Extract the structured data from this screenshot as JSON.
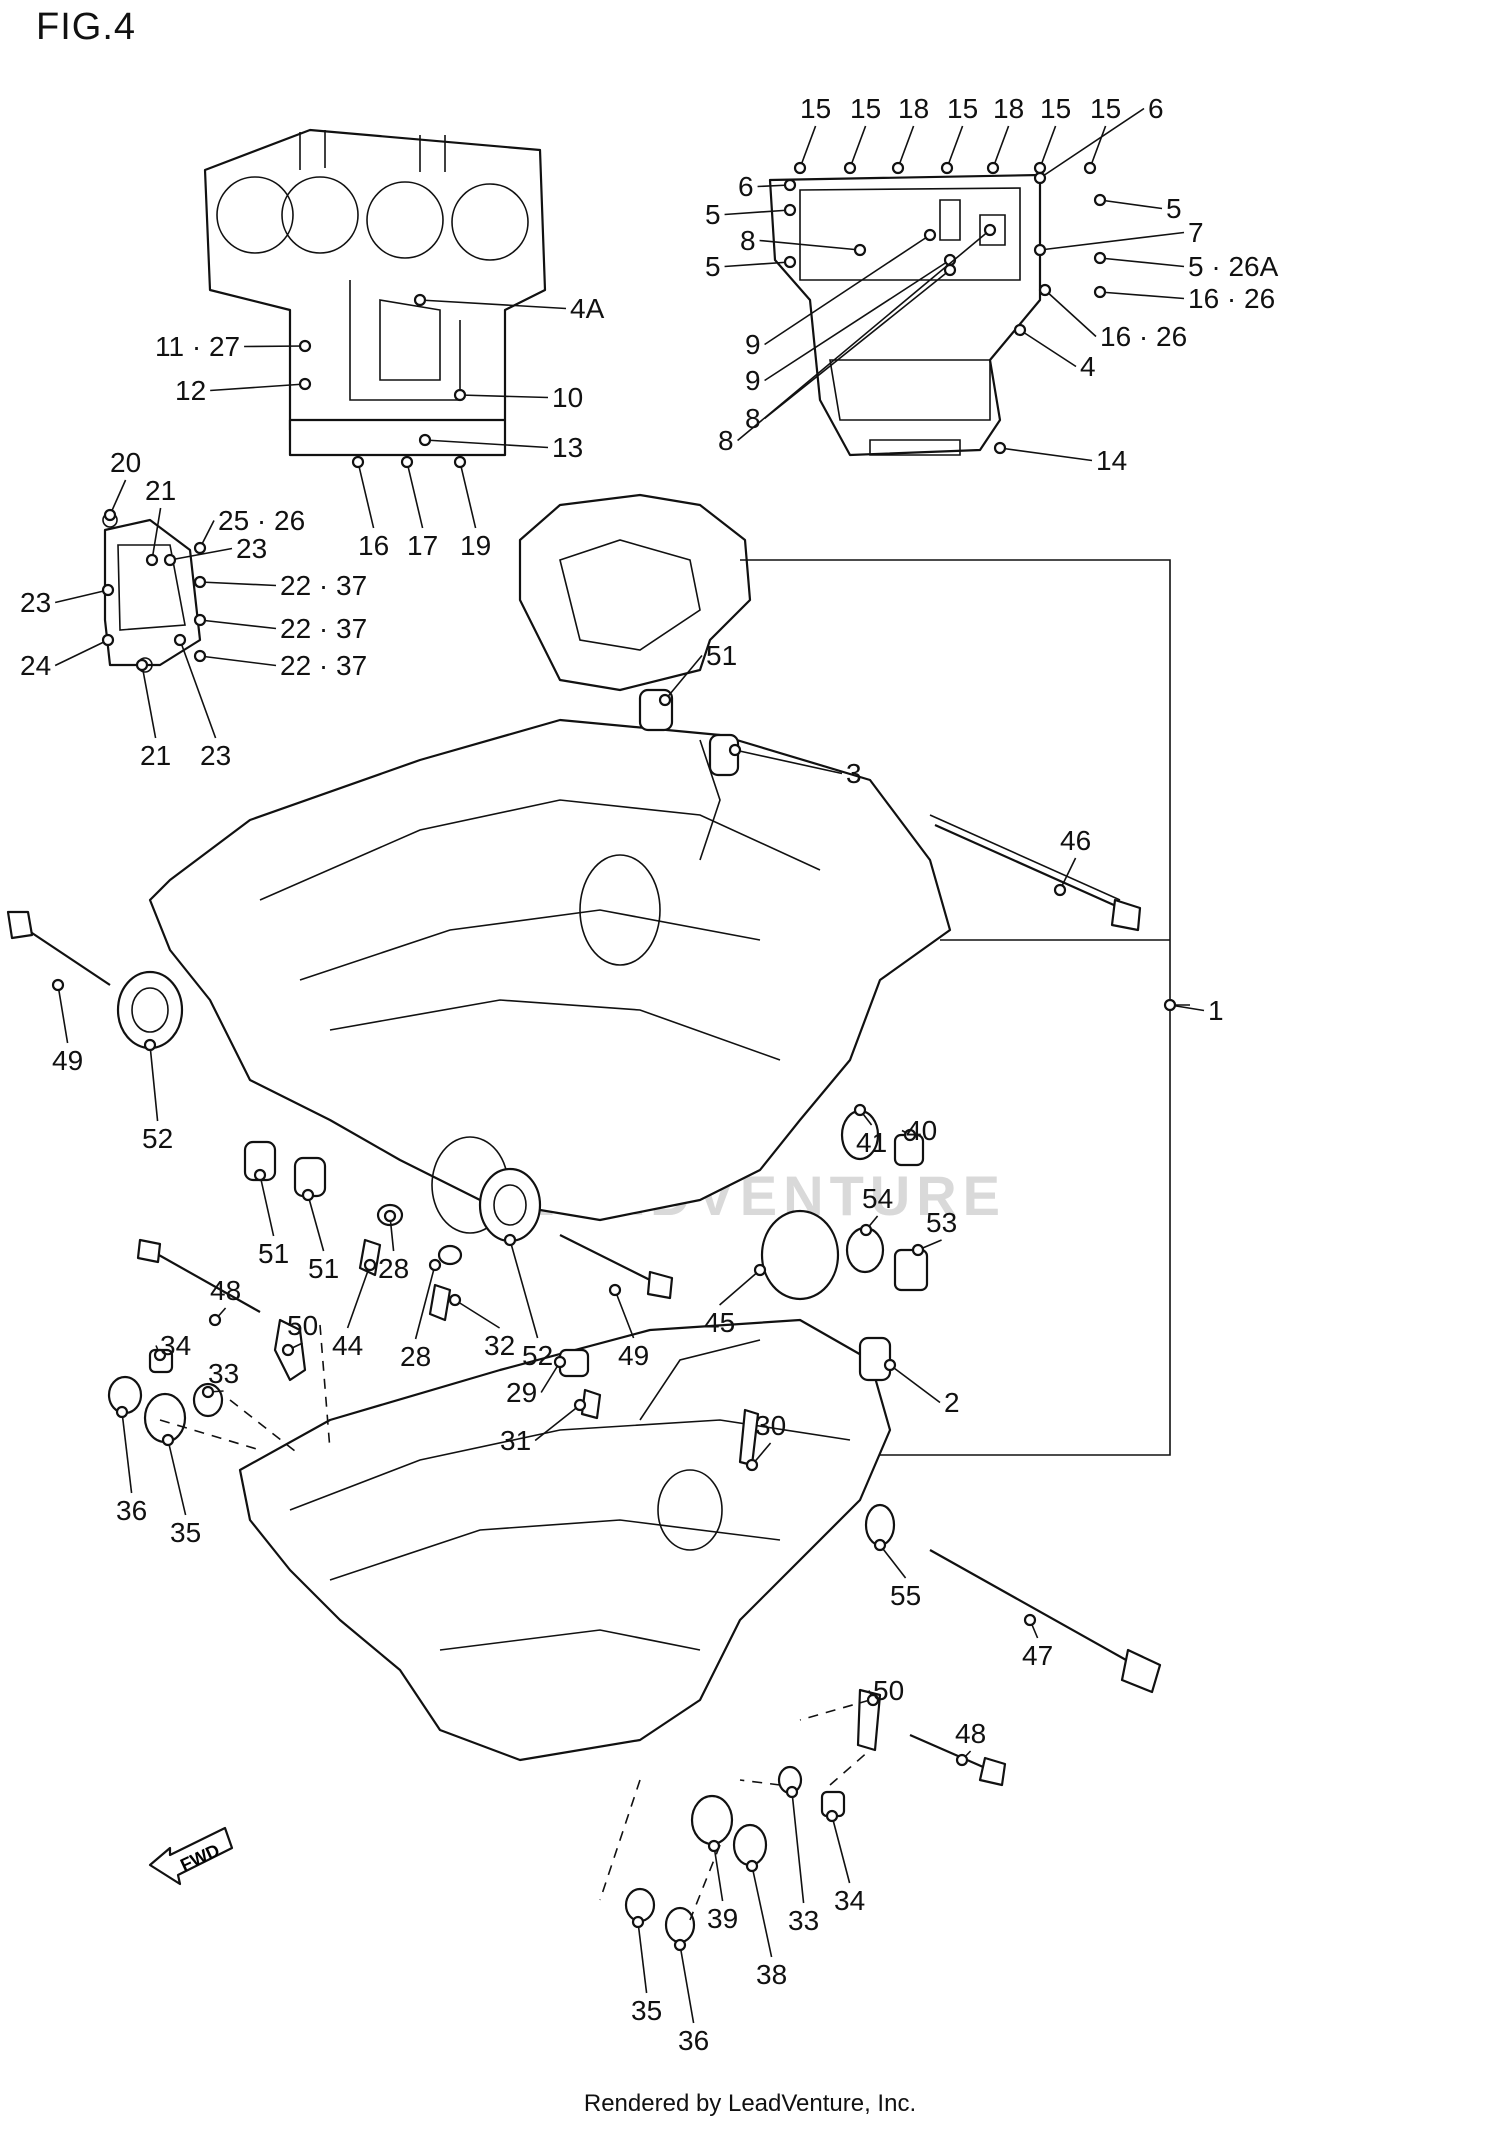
{
  "figure": {
    "title": "FIG.4",
    "footer": "Rendered by LeadVenture, Inc.",
    "watermark": "LEADVENTURE",
    "fwd_label": "FWD"
  },
  "callouts": [
    {
      "id": "c1",
      "text": "15"
    },
    {
      "id": "c2",
      "text": "15"
    },
    {
      "id": "c3",
      "text": "18"
    },
    {
      "id": "c4",
      "text": "15"
    },
    {
      "id": "c5",
      "text": "18"
    },
    {
      "id": "c6",
      "text": "15"
    },
    {
      "id": "c7",
      "text": "15"
    },
    {
      "id": "c8",
      "text": "6"
    },
    {
      "id": "c9",
      "text": "6"
    },
    {
      "id": "c10",
      "text": "5"
    },
    {
      "id": "c11",
      "text": "5"
    },
    {
      "id": "c12",
      "text": "8"
    },
    {
      "id": "c13",
      "text": "5"
    },
    {
      "id": "c14",
      "text": "7"
    },
    {
      "id": "c15",
      "text": "5 · 26A"
    },
    {
      "id": "c16",
      "text": "16 · 26"
    },
    {
      "id": "c17",
      "text": "16 · 26"
    },
    {
      "id": "c18",
      "text": "9"
    },
    {
      "id": "c19",
      "text": "9"
    },
    {
      "id": "c20",
      "text": "4"
    },
    {
      "id": "c21",
      "text": "8"
    },
    {
      "id": "c22",
      "text": "8"
    },
    {
      "id": "c23",
      "text": "14"
    },
    {
      "id": "c24",
      "text": "4A"
    },
    {
      "id": "c25",
      "text": "11 · 27"
    },
    {
      "id": "c26",
      "text": "12"
    },
    {
      "id": "c27",
      "text": "10"
    },
    {
      "id": "c28",
      "text": "13"
    },
    {
      "id": "c29",
      "text": "16"
    },
    {
      "id": "c30",
      "text": "17"
    },
    {
      "id": "c31",
      "text": "19"
    },
    {
      "id": "c32",
      "text": "20"
    },
    {
      "id": "c33",
      "text": "21"
    },
    {
      "id": "c34",
      "text": "25 · 26"
    },
    {
      "id": "c35",
      "text": "23"
    },
    {
      "id": "c36",
      "text": "23"
    },
    {
      "id": "c37",
      "text": "22 · 37"
    },
    {
      "id": "c38",
      "text": "22 · 37"
    },
    {
      "id": "c39",
      "text": "22 · 37"
    },
    {
      "id": "c40",
      "text": "24"
    },
    {
      "id": "c41",
      "text": "21"
    },
    {
      "id": "c42",
      "text": "23"
    },
    {
      "id": "c43",
      "text": "51"
    },
    {
      "id": "c44",
      "text": "3"
    },
    {
      "id": "c45",
      "text": "46"
    },
    {
      "id": "c46",
      "text": "1"
    },
    {
      "id": "c47",
      "text": "49"
    },
    {
      "id": "c48",
      "text": "52"
    },
    {
      "id": "c49",
      "text": "41"
    },
    {
      "id": "c50",
      "text": "40"
    },
    {
      "id": "c51",
      "text": "54"
    },
    {
      "id": "c52",
      "text": "53"
    },
    {
      "id": "c53",
      "text": "51"
    },
    {
      "id": "c54",
      "text": "51"
    },
    {
      "id": "c55",
      "text": "28"
    },
    {
      "id": "c56",
      "text": "48"
    },
    {
      "id": "c57",
      "text": "50"
    },
    {
      "id": "c58",
      "text": "44"
    },
    {
      "id": "c59",
      "text": "32"
    },
    {
      "id": "c60",
      "text": "28"
    },
    {
      "id": "c61",
      "text": "52"
    },
    {
      "id": "c62",
      "text": "49"
    },
    {
      "id": "c63",
      "text": "45"
    },
    {
      "id": "c64",
      "text": "2"
    },
    {
      "id": "c65",
      "text": "34"
    },
    {
      "id": "c66",
      "text": "33"
    },
    {
      "id": "c67",
      "text": "29"
    },
    {
      "id": "c68",
      "text": "31"
    },
    {
      "id": "c69",
      "text": "30"
    },
    {
      "id": "c70",
      "text": "36"
    },
    {
      "id": "c71",
      "text": "35"
    },
    {
      "id": "c72",
      "text": "55"
    },
    {
      "id": "c73",
      "text": "47"
    },
    {
      "id": "c74",
      "text": "50"
    },
    {
      "id": "c75",
      "text": "48"
    },
    {
      "id": "c76",
      "text": "39"
    },
    {
      "id": "c77",
      "text": "33"
    },
    {
      "id": "c78",
      "text": "34"
    },
    {
      "id": "c79",
      "text": "38"
    },
    {
      "id": "c80",
      "text": "35"
    },
    {
      "id": "c81",
      "text": "36"
    }
  ]
}
